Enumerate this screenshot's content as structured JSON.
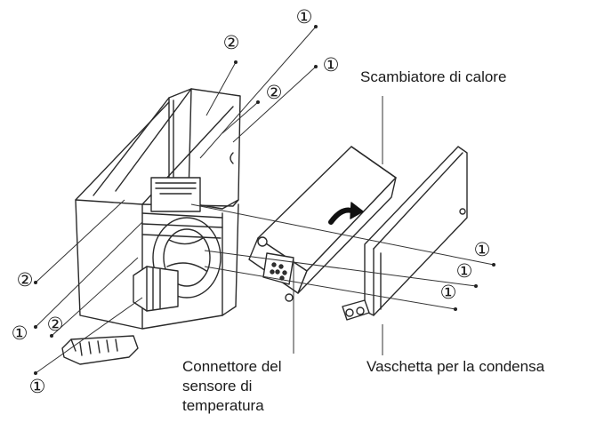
{
  "labels": {
    "heat_exchanger": "Scambiatore di calore",
    "temp_sensor_connector_l1": "Connettore del",
    "temp_sensor_connector_l2": "sensore di",
    "temp_sensor_connector_l3": "temperatura",
    "condensate_tray": "Vaschetta per la condensa"
  },
  "markers": {
    "one": "①",
    "two": "②"
  }
}
